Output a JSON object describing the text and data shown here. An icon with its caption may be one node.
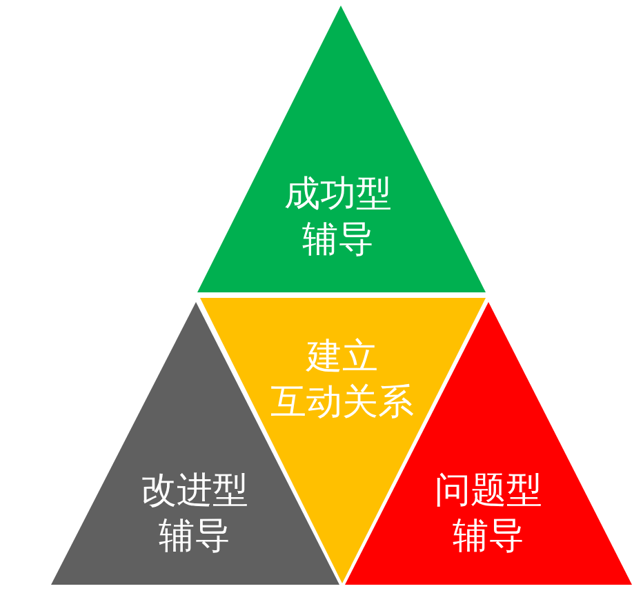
{
  "diagram": {
    "nodes": [
      {
        "text": [
          "成功型辅导"
        ]
      },
      {
        "text": [
          "建立互动关系"
        ]
      },
      {
        "text": [
          "改进型辅导"
        ]
      },
      {
        "text": [
          "问题型辅导"
        ]
      }
    ]
  }
}
